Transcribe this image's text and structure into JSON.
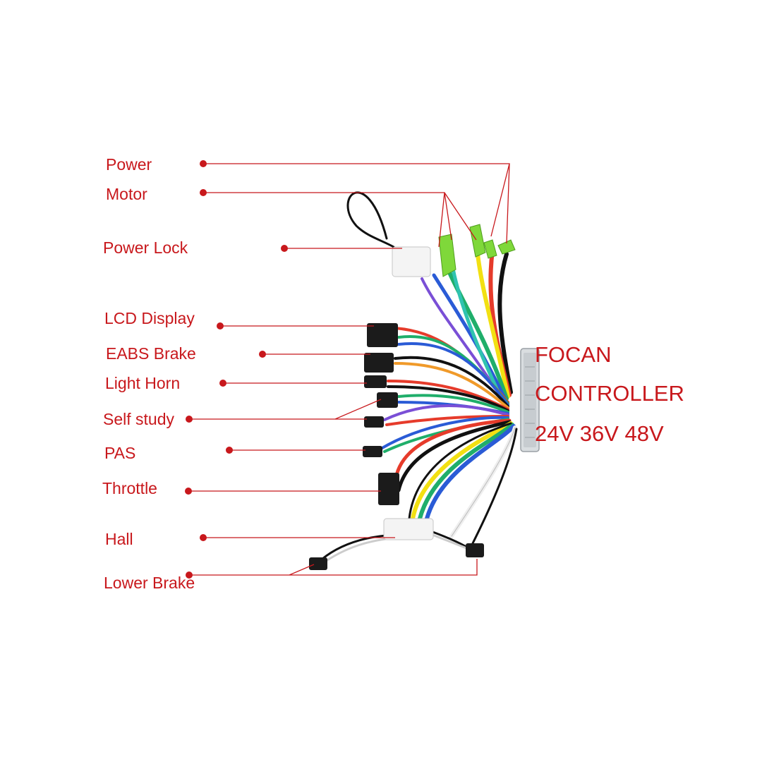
{
  "labels": [
    "Power",
    "Motor",
    "Power Lock",
    "LCD Display",
    "EABS Brake",
    "Light Horn",
    "Self study",
    "PAS",
    "Throttle",
    "Hall",
    "Lower Brake"
  ],
  "title": {
    "line1": "FOCAN",
    "line2": "CONTROLLER",
    "line3": "24V 36V 48V"
  },
  "colors": {
    "label": "#c8181c",
    "leader": "#c8181c",
    "controller_body": "#d9dde0",
    "connector_black": "#1b1b1b",
    "connector_white": "#f4f4f4",
    "connector_green": "#7fd83a"
  }
}
